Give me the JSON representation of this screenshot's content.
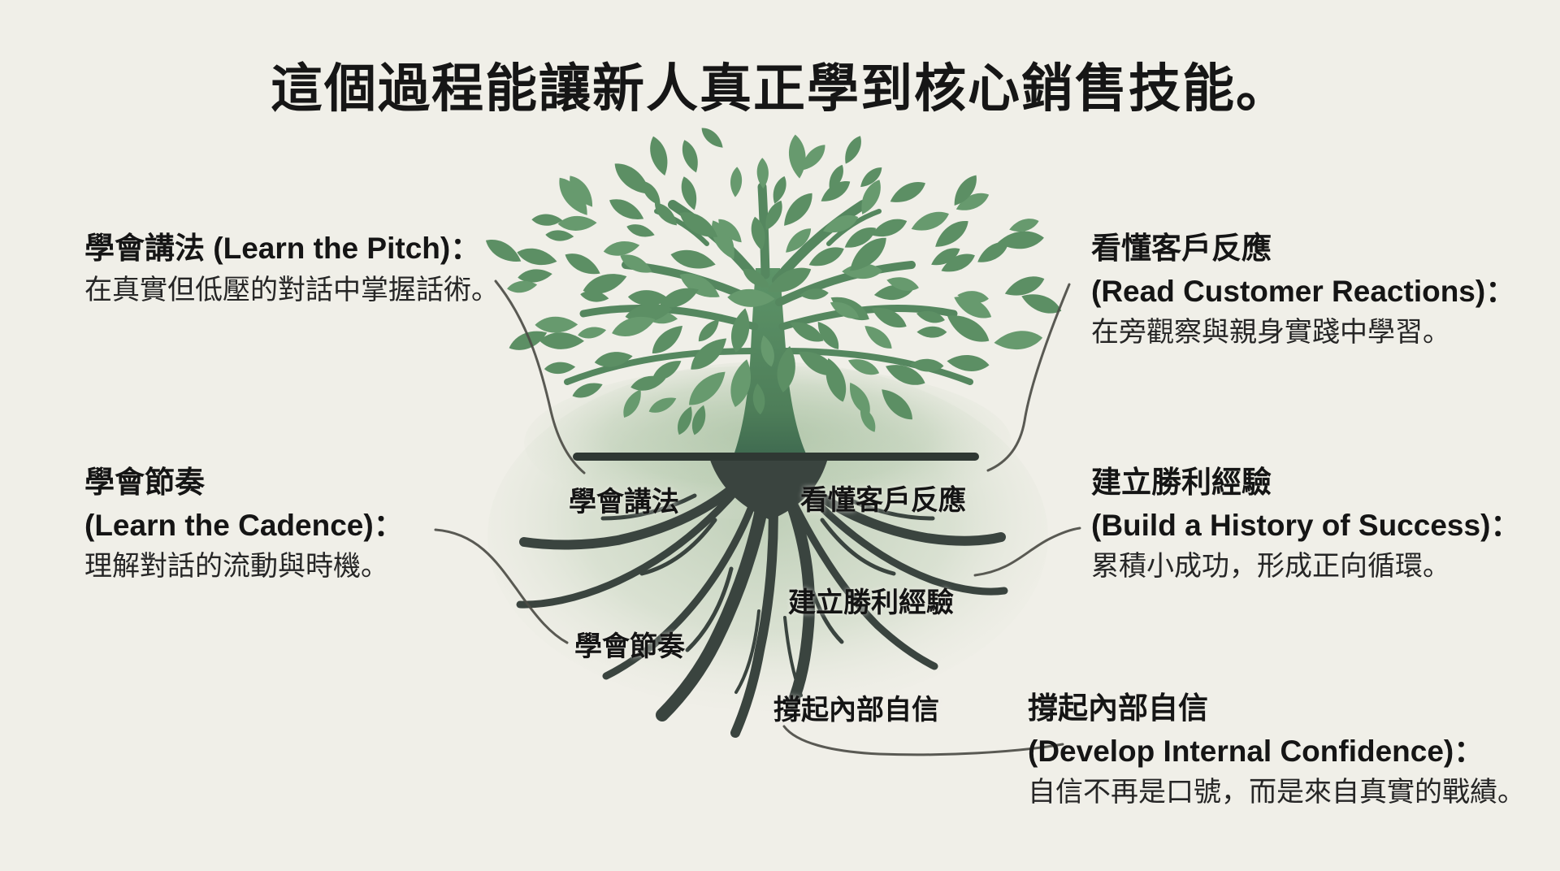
{
  "title": "這個過程能讓新人真正學到核心銷售技能。",
  "annotations": {
    "left_top": {
      "heading": "學會講法 (Learn the Pitch)：",
      "body": "在真實但低壓的對話中掌握話術。"
    },
    "left_middle": {
      "heading_zh": "學會節奏",
      "heading_en": "(Learn the Cadence)：",
      "body": "理解對話的流動與時機。"
    },
    "right_top": {
      "heading_zh": "看懂客戶反應",
      "heading_en": "(Read Customer Reactions)：",
      "body": "在旁觀察與親身實踐中學習。"
    },
    "right_middle": {
      "heading_zh": "建立勝利經驗",
      "heading_en": "(Build a History of Success)：",
      "body": "累積小成功，形成正向循環。"
    },
    "bottom": {
      "heading_zh": "撐起內部自信",
      "heading_en": "(Develop Internal Confidence)：",
      "body": "自信不再是口號，而是來自真實的戰績。"
    }
  },
  "tree_labels": {
    "learn_pitch": "學會講法",
    "read_reactions": "看懂客戶反應",
    "build_success": "建立勝利經驗",
    "learn_cadence": "學會節奏",
    "internal_confidence": "撐起內部自信"
  },
  "colors": {
    "background": "#f0efe8",
    "leaf_green": "#5c8f64",
    "leaf_green_light": "#679a6e",
    "trunk_green_top": "#5d9468",
    "trunk_green_bottom": "#3f6a50",
    "root_dark": "#3a443f",
    "ground_line": "#2f3833",
    "connector": "#4c4c45",
    "text": "#191919"
  }
}
